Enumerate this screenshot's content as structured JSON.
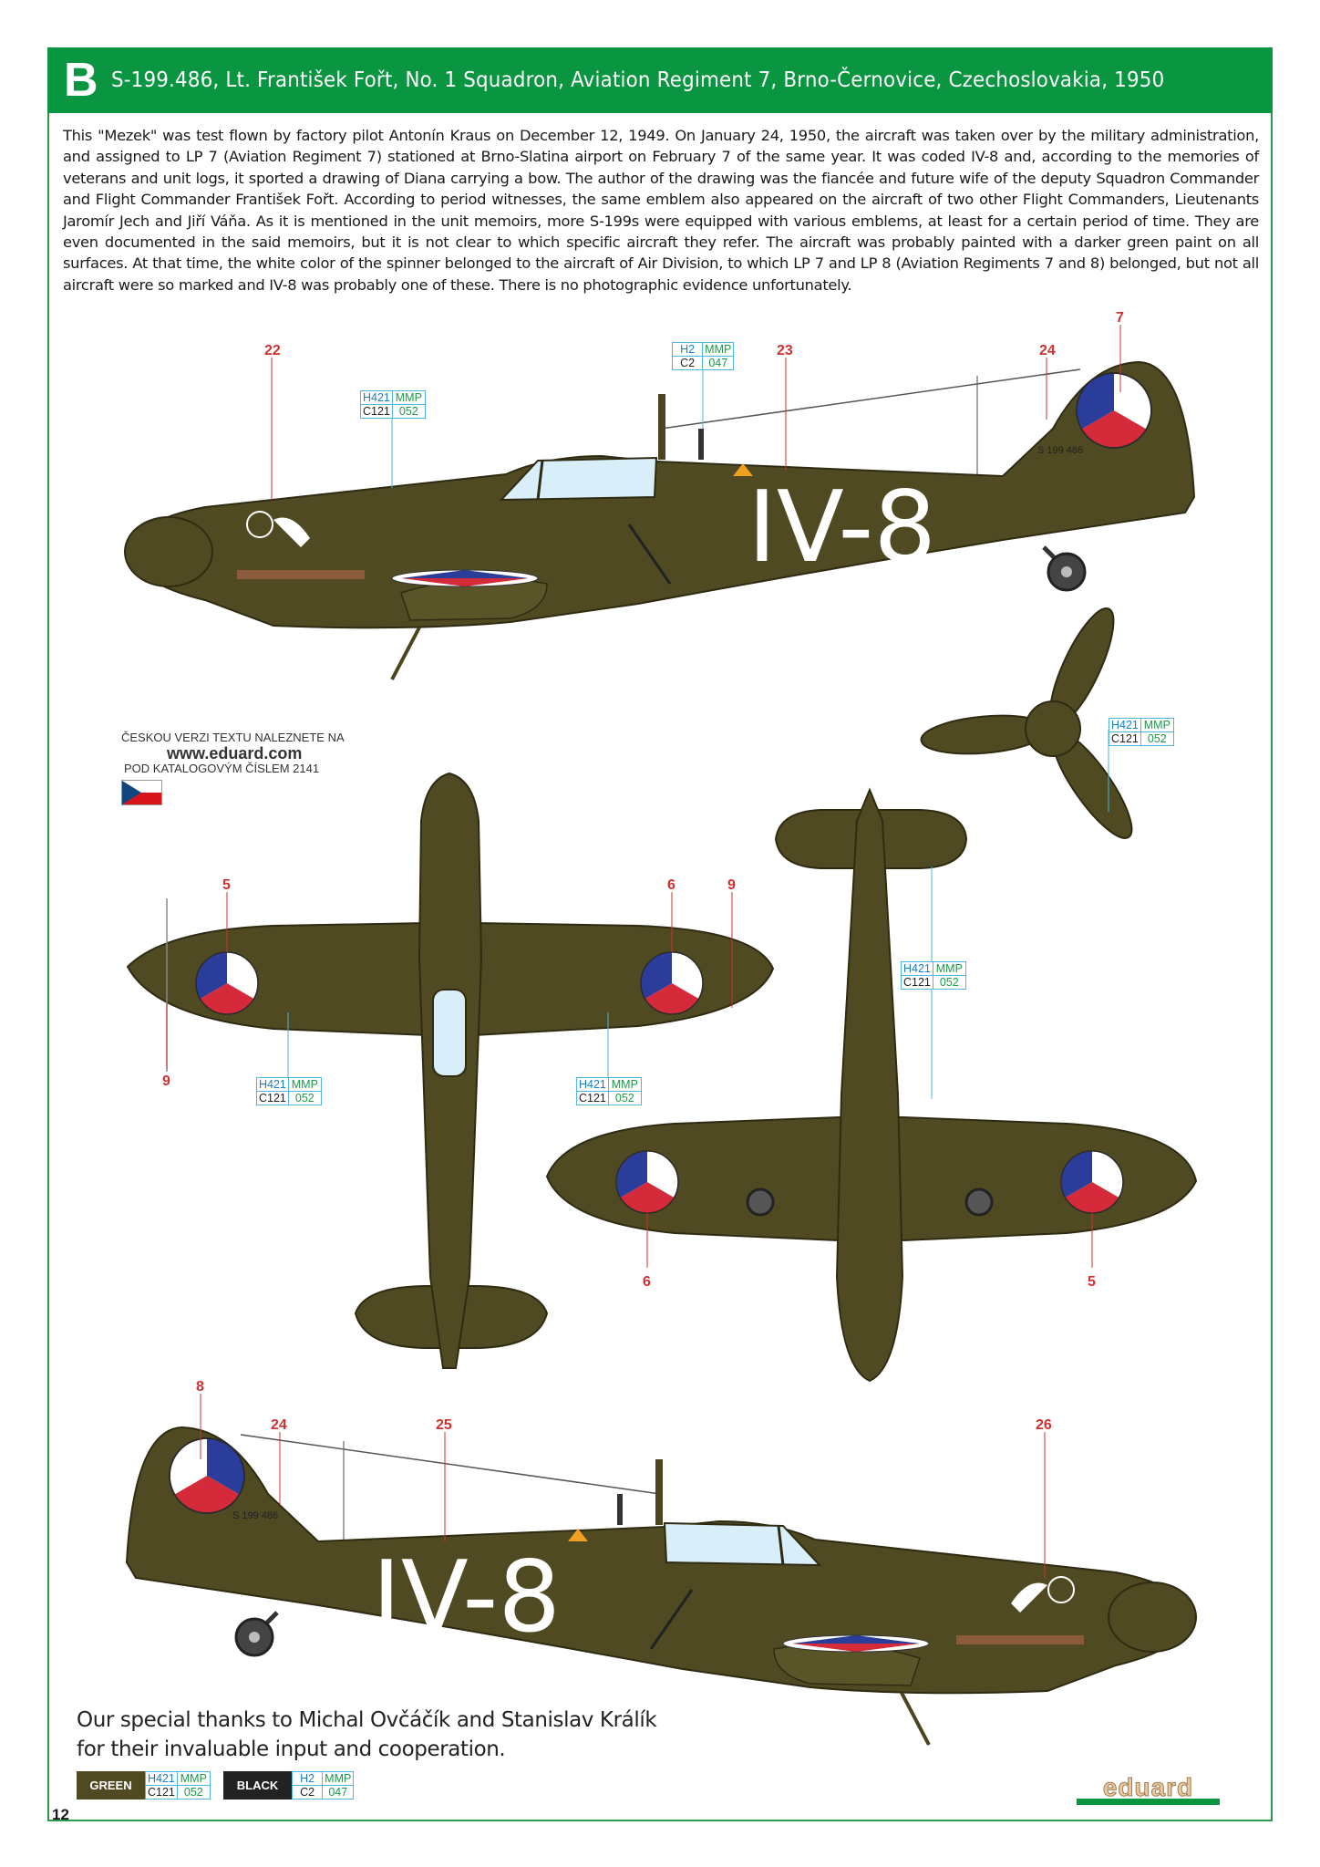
{
  "header": {
    "profile_letter": "B",
    "title": "S-199.486, Lt. František Fořt, No. 1 Squadron, Aviation Regiment 7, Brno-Černovice, Czechoslovakia, 1950"
  },
  "description": "This \"Mezek\" was test flown by factory pilot Antonín Kraus on December 12, 1949. On January 24, 1950, the aircraft was taken over by the military administration, and assigned to LP 7 (Aviation Regiment 7) stationed at Brno-Slatina airport on February 7 of the same year. It was coded IV-8 and, according to the memories of veterans and unit logs, it sported a drawing of Diana carrying a bow. The author of the drawing was the fiancée and future wife of the deputy Squadron Commander and Flight Commander František Fořt. According to period witnesses, the same emblem also appeared on the aircraft of two other Flight Commanders, Lieutenants Jaromír Jech and Jiří Váňa. As it is mentioned in the unit memoirs, more S-199s were equipped with various emblems, at least for a certain period of time. They are even documented in the said memoirs, but it is not clear to which specific aircraft they refer. The aircraft was probably painted with a darker green paint on all surfaces. At that time, the white color of the spinner belonged to the aircraft of Air Division, to which  LP 7 and LP 8 (Aviation Regiments 7 and 8) belonged, but not all aircraft were so marked and IV-8 was probably one of these. There is no photographic evidence unfortunately.",
  "aircraft": {
    "code": "IV-8",
    "serial": "S 199 486"
  },
  "callouts": {
    "left_side": [
      "22",
      "23",
      "24",
      "7"
    ],
    "top_view": [
      "5",
      "6",
      "9",
      "9"
    ],
    "bottom_view": [
      "6",
      "5"
    ],
    "right_side": [
      "8",
      "24",
      "25",
      "26"
    ]
  },
  "paint_codes": {
    "green": {
      "name": "GREEN",
      "h": "H421",
      "mmp": "MMP",
      "c": "C121",
      "mmp_no": "052"
    },
    "black": {
      "name": "BLACK",
      "h": "H2",
      "mmp": "MMP",
      "c": "C2",
      "mmp_no": "047"
    }
  },
  "czech_note": {
    "line1": "ČESKOU VERZI TEXTU NALEZNETE NA",
    "line2": "www.eduard.com",
    "line3": "POD KATALOGOVÝM ČÍSLEM 2141"
  },
  "thanks": {
    "line1": "Our special thanks to Michal Ovčáčík and Stanislav Králík",
    "line2": "for their invaluable input and cooperation."
  },
  "page_number": "12",
  "logo": "eduard",
  "colors": {
    "header_green": "#0a9640",
    "olive": "#4f4a22",
    "callout_red": "#d03030",
    "roundel_blue": "#2a3d9a",
    "roundel_red": "#d42a3a"
  }
}
